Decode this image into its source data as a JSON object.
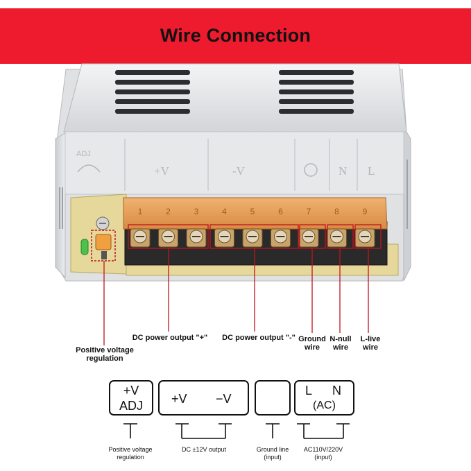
{
  "banner": {
    "title": "Wire Connection"
  },
  "photo_labels": {
    "pos_regulation_line1": "Positive voltage",
    "pos_regulation_line2": "regulation",
    "dc_plus": "DC power output \"+\"",
    "dc_minus": "DC power output \"-\"",
    "ground_line1": "Ground",
    "ground_line2": "wire",
    "null_line1": "N-null",
    "null_line2": "wire",
    "live_line1": "L-live",
    "live_line2": "wire"
  },
  "device": {
    "panel_markings": [
      "+V",
      "-V",
      "N",
      "L"
    ],
    "adj_marking": "ADJ",
    "terminal_numbers": [
      "1",
      "2",
      "3",
      "4",
      "5",
      "6",
      "7",
      "8",
      "9"
    ]
  },
  "schematic": {
    "adj_box": {
      "line1": "+V",
      "line2": "ADJ"
    },
    "dc_box": {
      "plus": "+V",
      "minus": "−V"
    },
    "ac_box": {
      "l": "L",
      "n": "N",
      "ac": "(AC)"
    },
    "captions": {
      "pos_reg_line1": "Positive voltage",
      "pos_reg_line2": "regulation",
      "dc_output": "DC ±12V output",
      "ground_line1": "Ground line",
      "ground_line2": "(input)",
      "ac_line1": "AC110V/220V",
      "ac_line2": "(input)"
    }
  },
  "colors": {
    "banner": "#ee1b2e",
    "callout_line": "#c0141c",
    "terminal_cover": "#e8a25a",
    "pcb": "#e6d79a",
    "casing": "#d9dadc"
  }
}
